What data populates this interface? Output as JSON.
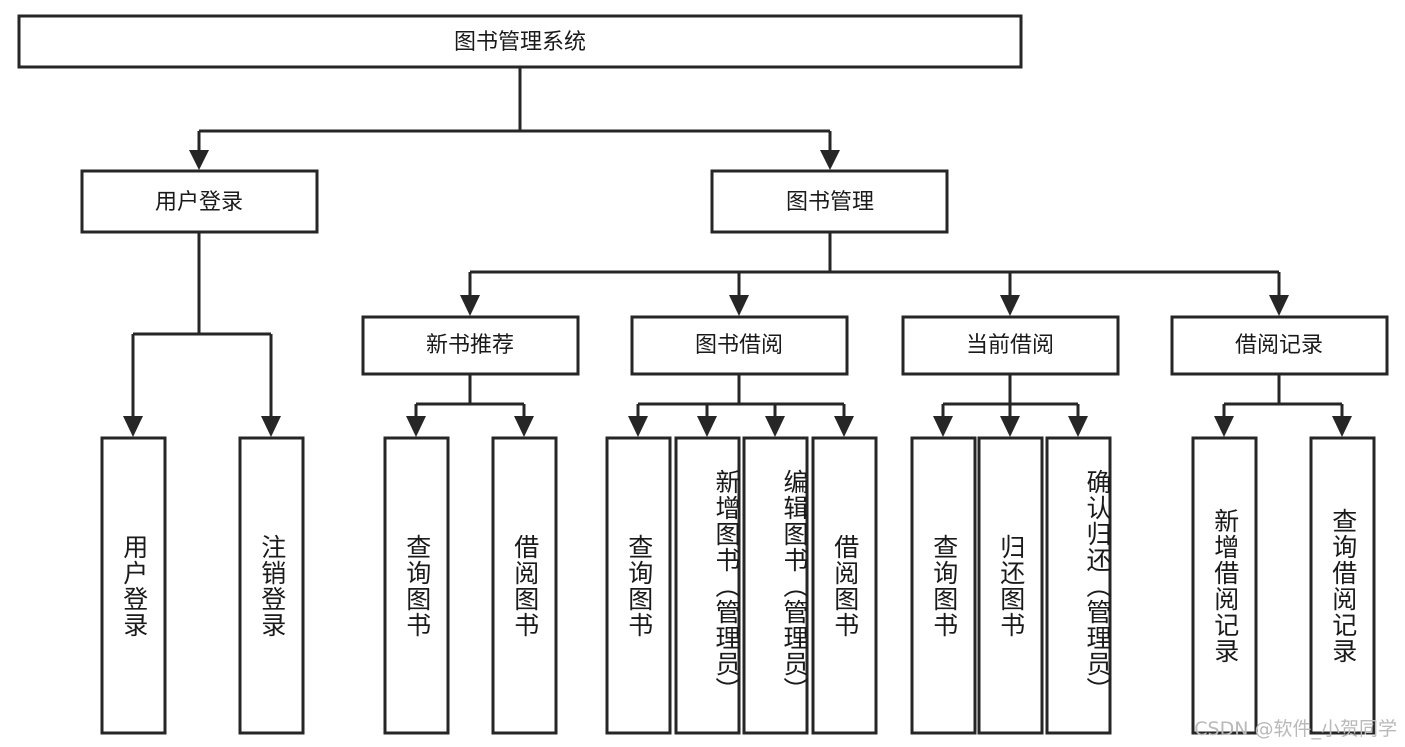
{
  "diagram": {
    "type": "tree",
    "title": "图书管理系统",
    "watermark": "CSDN @软件_小贺同学",
    "colors": {
      "stroke": "#262626",
      "fill": "#ffffff",
      "text": "#1a1a1a",
      "watermark": "#b9b9b9"
    }
  },
  "nodes": {
    "root": {
      "label": "图书管理系统",
      "level": 1,
      "orientation": "horizontal"
    },
    "l2": [
      {
        "id": "user-login",
        "label": "用户登录",
        "level": 2,
        "orientation": "horizontal"
      },
      {
        "id": "book-manage",
        "label": "图书管理",
        "level": 2,
        "orientation": "horizontal"
      }
    ],
    "l3": [
      {
        "id": "new-book-rec",
        "label": "新书推荐",
        "level": 3,
        "orientation": "horizontal",
        "parent": "book-manage"
      },
      {
        "id": "book-borrow",
        "label": "图书借阅",
        "level": 3,
        "orientation": "horizontal",
        "parent": "book-manage"
      },
      {
        "id": "current-borrow",
        "label": "当前借阅",
        "level": 3,
        "orientation": "horizontal",
        "parent": "book-manage"
      },
      {
        "id": "borrow-record",
        "label": "借阅记录",
        "level": 3,
        "orientation": "horizontal",
        "parent": "book-manage"
      }
    ],
    "leaves": [
      {
        "id": "leaf-user-login",
        "label": "用户登录",
        "orientation": "vertical",
        "parent": "user-login"
      },
      {
        "id": "leaf-logout",
        "label": "注销登录",
        "orientation": "vertical",
        "parent": "user-login"
      },
      {
        "id": "leaf-query-book-1",
        "label": "查询图书",
        "orientation": "vertical",
        "parent": "new-book-rec"
      },
      {
        "id": "leaf-borrow-book-1",
        "label": "借阅图书",
        "orientation": "vertical",
        "parent": "new-book-rec"
      },
      {
        "id": "leaf-query-book-2",
        "label": "查询图书",
        "orientation": "vertical",
        "parent": "book-borrow"
      },
      {
        "id": "leaf-add-book",
        "label": "新增图书（管理员）",
        "orientation": "vertical",
        "parent": "book-borrow"
      },
      {
        "id": "leaf-edit-book",
        "label": "编辑图书（管理员）",
        "orientation": "vertical",
        "parent": "book-borrow"
      },
      {
        "id": "leaf-borrow-book-2",
        "label": "借阅图书",
        "orientation": "vertical",
        "parent": "book-borrow"
      },
      {
        "id": "leaf-query-book-3",
        "label": "查询图书",
        "orientation": "vertical",
        "parent": "current-borrow"
      },
      {
        "id": "leaf-return-book",
        "label": "归还图书",
        "orientation": "vertical",
        "parent": "current-borrow"
      },
      {
        "id": "leaf-confirm-return",
        "label": "确认归还（管理员）",
        "orientation": "vertical",
        "parent": "current-borrow"
      },
      {
        "id": "leaf-add-record",
        "label": "新增借阅记录",
        "orientation": "vertical",
        "parent": "borrow-record"
      },
      {
        "id": "leaf-query-record",
        "label": "查询借阅记录",
        "orientation": "vertical",
        "parent": "borrow-record"
      }
    ]
  }
}
